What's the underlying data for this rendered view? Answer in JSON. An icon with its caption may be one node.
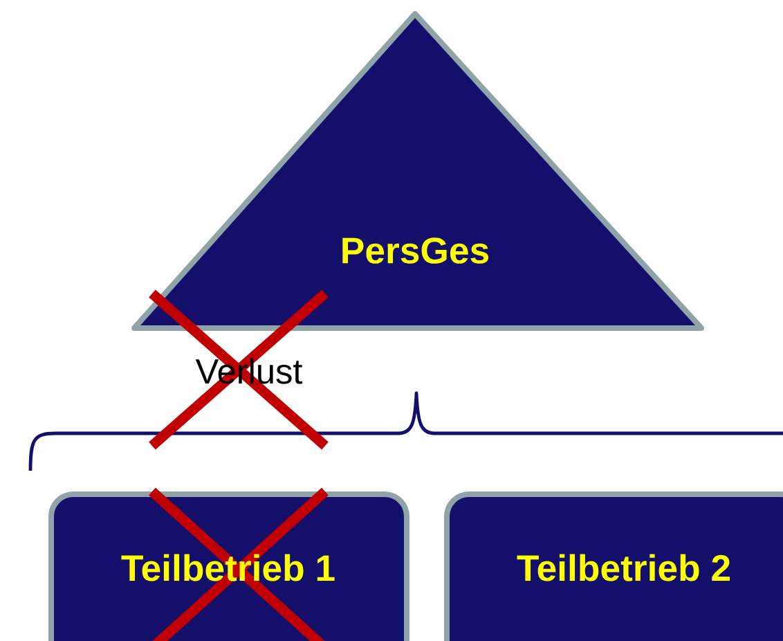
{
  "diagram": {
    "nodes": [
      {
        "text": [
          "PersGes"
        ]
      },
      {
        "text": [
          "Teilbetrieb 1"
        ]
      },
      {
        "text": [
          "Teilbetrieb 2"
        ]
      }
    ],
    "labels": [
      "Verlust"
    ]
  }
}
